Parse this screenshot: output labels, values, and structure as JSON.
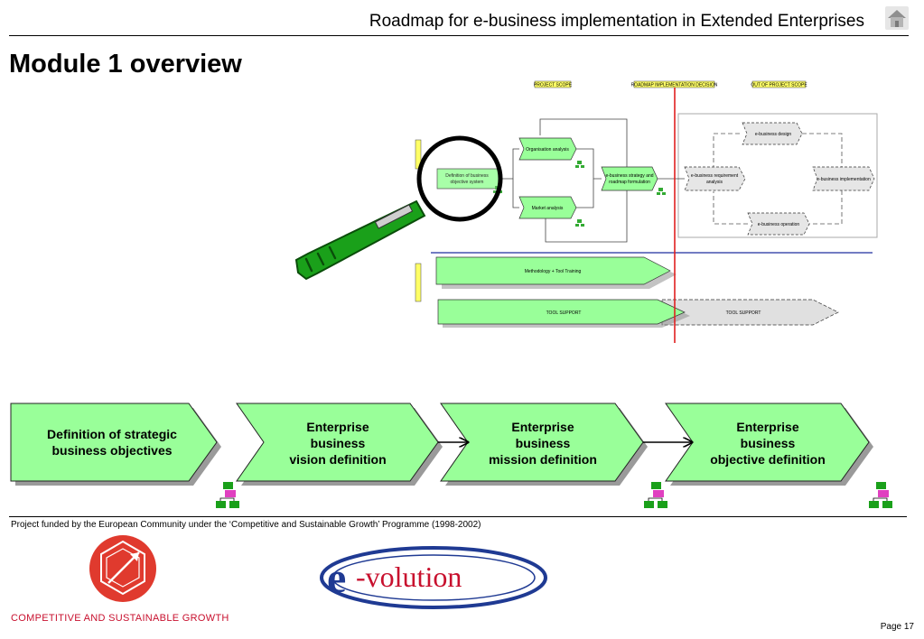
{
  "header": {
    "title": "Roadmap for e-business implementation in Extended Enterprises"
  },
  "page_title": "Module 1 overview",
  "diagram": {
    "scope_tags": [
      "PROJECT SCOPE",
      "ROADMAP IMPLEMENTATION DECISION",
      "OUT OF PROJECT SCOPE"
    ],
    "boxes": {
      "objective_system": "Definition of business objective system",
      "organisation": "Organisation analysis",
      "market": "Market analysis",
      "strategy": "e-business strategy and roadmap formulation",
      "requirement": "e-business requirement analysis",
      "design": "e-business design",
      "implementation": "e-business implementation",
      "operation": "e-business operation",
      "methodology": "Methodology + Tool Training",
      "tool_support_left": "TOOL SUPPORT",
      "tool_support_right": "TOOL SUPPORT"
    }
  },
  "process_steps": [
    {
      "line1": "Definition of strategic",
      "line2": "business objectives",
      "line3": ""
    },
    {
      "line1": "Enterprise",
      "line2": "business",
      "line3": "vision definition"
    },
    {
      "line1": "Enterprise",
      "line2": "business",
      "line3": "mission definition"
    },
    {
      "line1": "Enterprise",
      "line2": "business",
      "line3": "objective definition"
    }
  ],
  "footer": {
    "funding_text": "Project funded by the European Community under the ‘Competitive and Sustainable Growth’ Programme (1998-2002)",
    "csg_label": "COMPETITIVE AND SUSTAINABLE GROWTH",
    "evolution_logo": "e-volution",
    "page": "Page 17"
  },
  "colors": {
    "step_fill": "#99ff99",
    "decision_line": "#e02020",
    "divider_line": "#1f2f9f",
    "csg_red": "#e03a2e",
    "evolution_blue": "#1f3a93",
    "magnifier_green": "#1aa01a"
  },
  "icons": [
    "home-icon",
    "magnifier-icon",
    "org-chart-icon",
    "csg-logo",
    "evolution-logo"
  ]
}
